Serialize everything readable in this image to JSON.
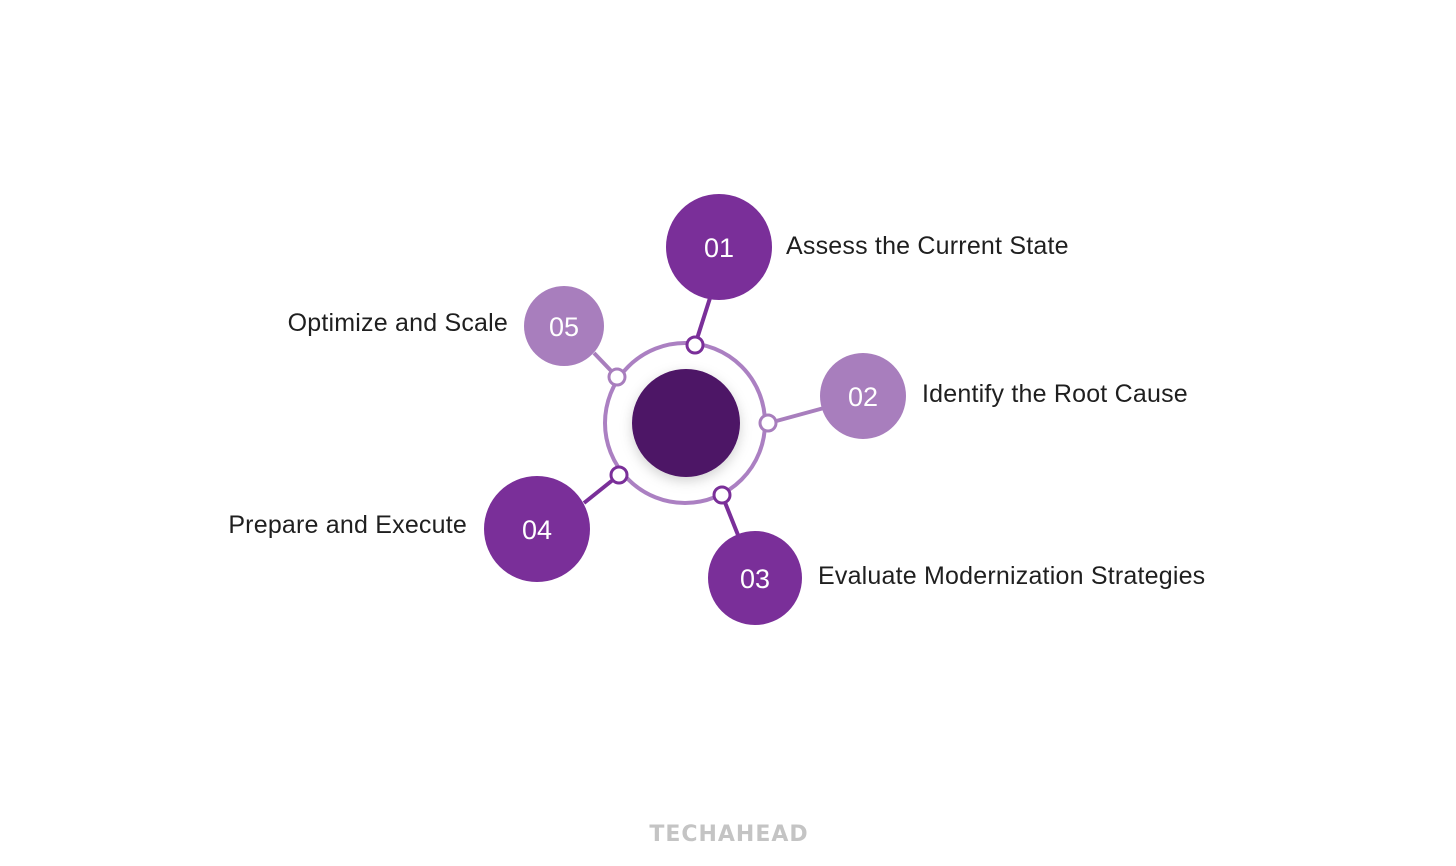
{
  "diagram": {
    "colors": {
      "dark": "#7a2f99",
      "light": "#a87ebd",
      "center": "#4d1366",
      "ring": "#ab80c2",
      "text": "#1f1f1f",
      "watermark": "#c4c4c4"
    },
    "steps": [
      {
        "number": "01",
        "label": "Assess the Current State"
      },
      {
        "number": "02",
        "label": "Identify the Root Cause"
      },
      {
        "number": "03",
        "label": "Evaluate Modernization Strategies"
      },
      {
        "number": "04",
        "label": "Prepare and Execute"
      },
      {
        "number": "05",
        "label": "Optimize and Scale"
      }
    ]
  },
  "footer": {
    "brand": "TECHAHEAD"
  }
}
